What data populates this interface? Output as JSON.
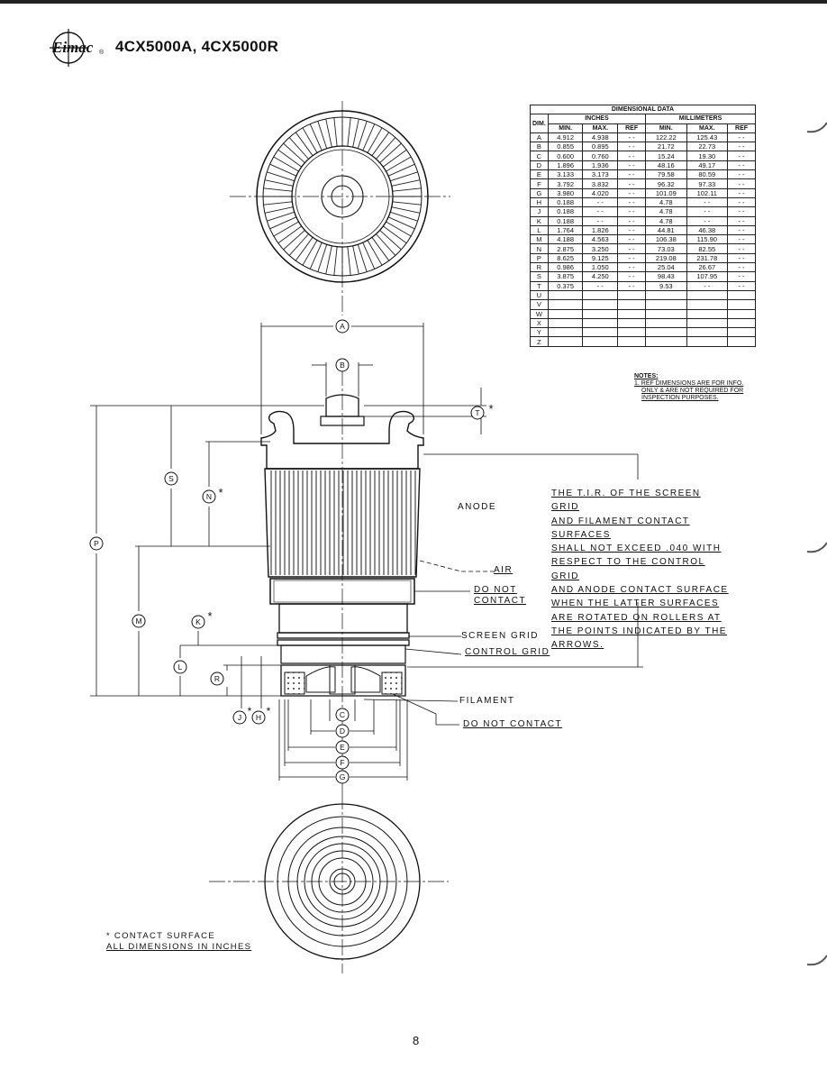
{
  "header": {
    "logo_text": "Eimac",
    "title": "4CX5000A, 4CX5000R"
  },
  "table": {
    "caption": "DIMENSIONAL DATA",
    "dim_label": "DIM.",
    "group_inches": "INCHES",
    "group_mm": "MILLIMETERS",
    "sub": [
      "MIN.",
      "MAX.",
      "REF",
      "MIN.",
      "MAX.",
      "REF"
    ],
    "rows": [
      [
        "A",
        "4.912",
        "4.938",
        "- -",
        "122.22",
        "125.43",
        "- -"
      ],
      [
        "B",
        "0.855",
        "0.895",
        "- -",
        "21.72",
        "22.73",
        "- -"
      ],
      [
        "C",
        "0.600",
        "0.760",
        "- -",
        "15.24",
        "19.30",
        "- -"
      ],
      [
        "D",
        "1.896",
        "1.936",
        "- -",
        "48.16",
        "49.17",
        "- -"
      ],
      [
        "E",
        "3.133",
        "3.173",
        "- -",
        "79.58",
        "80.59",
        "- -"
      ],
      [
        "F",
        "3.792",
        "3.832",
        "- -",
        "96.32",
        "97.33",
        "- -"
      ],
      [
        "G",
        "3.980",
        "4.020",
        "- -",
        "101.09",
        "102.11",
        "- -"
      ],
      [
        "H",
        "0.188",
        "- -",
        "- -",
        "4.78",
        "- -",
        "- -"
      ],
      [
        "J",
        "0.188",
        "- -",
        "- -",
        "4.78",
        "- -",
        "- -"
      ],
      [
        "K",
        "0.188",
        "- -",
        "- -",
        "4.78",
        "- -",
        "- -"
      ],
      [
        "L",
        "1.764",
        "1.826",
        "- -",
        "44.81",
        "46.38",
        "- -"
      ],
      [
        "M",
        "4.188",
        "4.563",
        "- -",
        "106.38",
        "115.90",
        "- -"
      ],
      [
        "N",
        "2.875",
        "3.250",
        "- -",
        "73.03",
        "82.55",
        "- -"
      ],
      [
        "P",
        "8.625",
        "9.125",
        "- -",
        "219.08",
        "231.78",
        "- -"
      ],
      [
        "R",
        "0.986",
        "1.050",
        "- -",
        "25.04",
        "26.67",
        "- -"
      ],
      [
        "S",
        "3.875",
        "4.250",
        "- -",
        "98.43",
        "107.95",
        "- -"
      ],
      [
        "T",
        "0.375",
        "- -",
        "- -",
        "9.53",
        "- -",
        "- -"
      ],
      [
        "U",
        "",
        "",
        "",
        "",
        "",
        ""
      ],
      [
        "V",
        "",
        "",
        "",
        "",
        "",
        ""
      ],
      [
        "W",
        "",
        "",
        "",
        "",
        "",
        ""
      ],
      [
        "X",
        "",
        "",
        "",
        "",
        "",
        ""
      ],
      [
        "Y",
        "",
        "",
        "",
        "",
        "",
        ""
      ],
      [
        "Z",
        "",
        "",
        "",
        "",
        "",
        ""
      ]
    ]
  },
  "notes": {
    "title": "NOTES:",
    "line1": "1. REF DIMENSIONS ARE FOR INFO.",
    "line2": "ONLY & ARE NOT REQUIRED FOR",
    "line3": "INSPECTION PURPOSES."
  },
  "labels": {
    "anode": "ANODE",
    "air": "AIR",
    "do_not_contact_1": "DO NOT",
    "do_not_contact_2": "CONTACT",
    "screen_grid": "SCREEN GRID",
    "control_grid": "CONTROL GRID",
    "filament": "FILAMENT",
    "do_not_contact_lower": "DO NOT CONTACT"
  },
  "tir_note": [
    "THE T.I.R. OF THE SCREEN GRID",
    "AND FILAMENT CONTACT SURFACES",
    "SHALL NOT EXCEED .040 WITH",
    "RESPECT TO THE CONTROL GRID",
    "AND ANODE CONTACT SURFACE",
    "WHEN THE LATTER SURFACES",
    "ARE ROTATED ON ROLLERS AT",
    "THE POINTS INDICATED BY THE",
    "ARROWS."
  ],
  "dim_letters": {
    "A": "A",
    "B": "B",
    "C": "C",
    "D": "D",
    "E": "E",
    "F": "F",
    "G": "G",
    "H": "H",
    "J": "J",
    "K": "K",
    "L": "L",
    "M": "M",
    "N": "N",
    "P": "P",
    "R": "R",
    "S": "S",
    "T": "T",
    "star": "*"
  },
  "footnote": {
    "line1": "* CONTACT SURFACE",
    "line2": "ALL DIMENSIONS IN INCHES"
  },
  "page_number": "8"
}
